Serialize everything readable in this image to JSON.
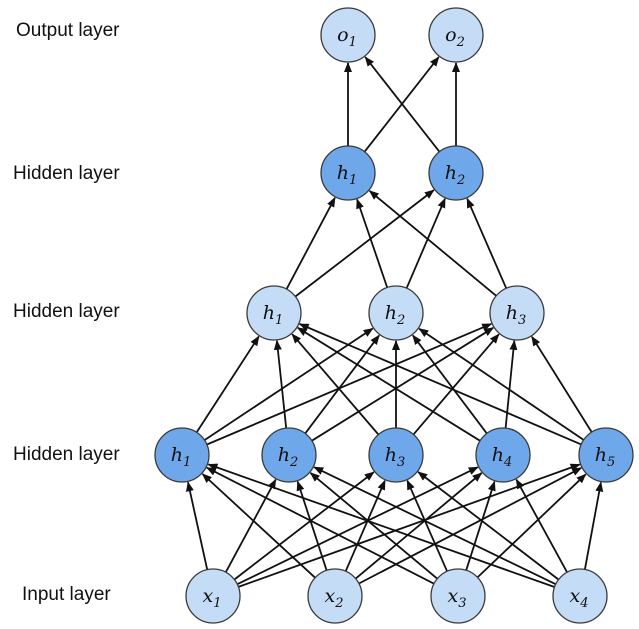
{
  "layer_labels": {
    "output": "Output layer",
    "hidden_top": "Hidden layer",
    "hidden_middle": "Hidden layer",
    "hidden_bottom": "Hidden layer",
    "input": "Input layer"
  },
  "colors": {
    "dark_node": "#6fa8ea",
    "light_node": "#c5dcf7",
    "node_stroke": "#3a3a3a",
    "edge": "#111111"
  },
  "layers": [
    {
      "id": "input",
      "shade": "light",
      "nodes": [
        {
          "base": "x",
          "sub": "1"
        },
        {
          "base": "x",
          "sub": "2"
        },
        {
          "base": "x",
          "sub": "3"
        },
        {
          "base": "x",
          "sub": "4"
        }
      ]
    },
    {
      "id": "hidden_bottom",
      "shade": "dark",
      "nodes": [
        {
          "base": "h",
          "sub": "1"
        },
        {
          "base": "h",
          "sub": "2"
        },
        {
          "base": "h",
          "sub": "3"
        },
        {
          "base": "h",
          "sub": "4"
        },
        {
          "base": "h",
          "sub": "5"
        }
      ]
    },
    {
      "id": "hidden_middle",
      "shade": "light",
      "nodes": [
        {
          "base": "h",
          "sub": "1"
        },
        {
          "base": "h",
          "sub": "2"
        },
        {
          "base": "h",
          "sub": "3"
        }
      ]
    },
    {
      "id": "hidden_top",
      "shade": "dark",
      "nodes": [
        {
          "base": "h",
          "sub": "1"
        },
        {
          "base": "h",
          "sub": "2"
        }
      ]
    },
    {
      "id": "output",
      "shade": "light",
      "nodes": [
        {
          "base": "o",
          "sub": "1"
        },
        {
          "base": "o",
          "sub": "2"
        }
      ]
    }
  ],
  "connections": "fully-connected"
}
